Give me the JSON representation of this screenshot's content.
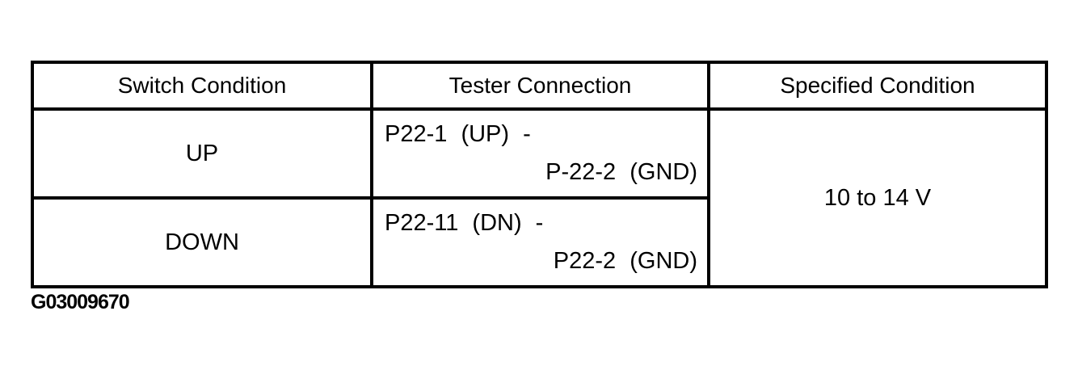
{
  "page": {
    "background_color": "#ffffff",
    "text_color": "#000000",
    "border_color": "#000000"
  },
  "figure_label": "G03009670",
  "table": {
    "headers": {
      "switch_condition": "Switch Condition",
      "tester_connection": "Tester Connection",
      "specified_condition": "Specified Condition"
    },
    "rows": [
      {
        "switch_condition": "UP",
        "tester_connection_line1": "P22-1 (UP) -",
        "tester_connection_line2": "P-22-2 (GND)"
      },
      {
        "switch_condition": "DOWN",
        "tester_connection_line1": "P22-11 (DN) -",
        "tester_connection_line2": "P22-2 (GND)"
      }
    ],
    "specified_condition_value": "10 to 14 V"
  }
}
